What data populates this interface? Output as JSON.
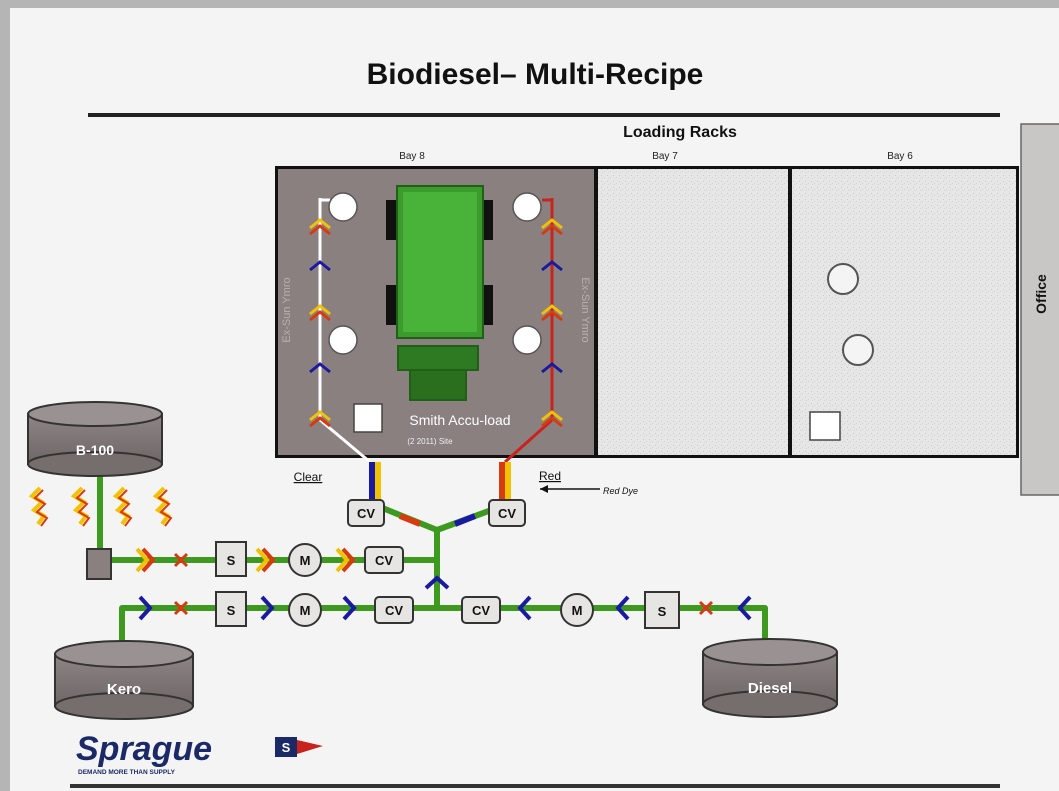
{
  "title": "Biodiesel– Multi-Recipe",
  "loading_racks": {
    "heading": "Loading Racks",
    "bays": [
      {
        "label": "Bay 8"
      },
      {
        "label": "Bay 7"
      },
      {
        "label": "Bay 6"
      }
    ],
    "bay8": {
      "meter_label": "Smith Accu-load",
      "meter_sublabel": "(2 2011) Site",
      "side_left_text": "Ex-Sun Ymro",
      "side_right_text": "Ex-Sun Ymro"
    }
  },
  "office_label": "Office",
  "tanks": {
    "b100": "B-100",
    "kero": "Kero",
    "diesel": "Diesel"
  },
  "line_labels": {
    "clear": "Clear",
    "red": "Red",
    "red_dye": "Red Dye"
  },
  "equipment": {
    "check_valve": "CV",
    "strainer": "S",
    "meter": "M"
  },
  "brand": {
    "name": "Sprague",
    "tagline": "DEMAND MORE THAN SUPPLY"
  },
  "colors": {
    "pipe_green": "#3d9a1f",
    "pipe_red": "#c8231c",
    "pipe_white": "#ffffff",
    "rack_gray": "#8b8080",
    "truck_green": "#3c9b2d",
    "heat_yellow": "#f2c100",
    "chevron_blue": "#1a1aa0",
    "chevron_red": "#d83a10",
    "brand_navy": "#1b2a66"
  }
}
